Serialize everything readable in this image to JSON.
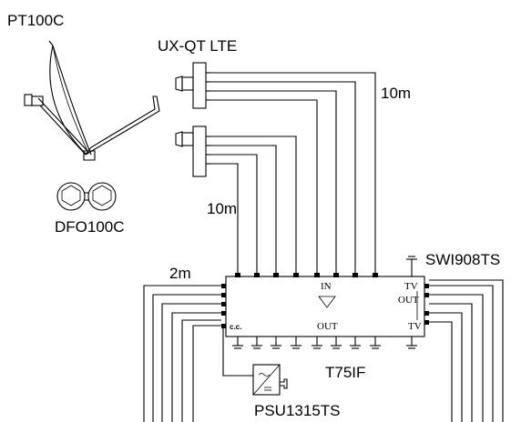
{
  "labels": {
    "antenna": "PT100C",
    "lnb": "UX-QT LTE",
    "cable_lnb_right": "10m",
    "cable_lnb_left": "10m",
    "cable_left": "2m",
    "bracket": "DFO100C",
    "switch": "SWI908TS",
    "multiswitch": "T75IF",
    "psu": "PSU1315TS"
  },
  "multiswitch": {
    "in_label": "IN",
    "out_label": "OUT",
    "out_side_label": "OUT",
    "tv_top": "TV",
    "tv_bottom": "TV",
    "cc_label": "c.c."
  },
  "colors": {
    "line": "#000000",
    "background": "#ffffff"
  }
}
